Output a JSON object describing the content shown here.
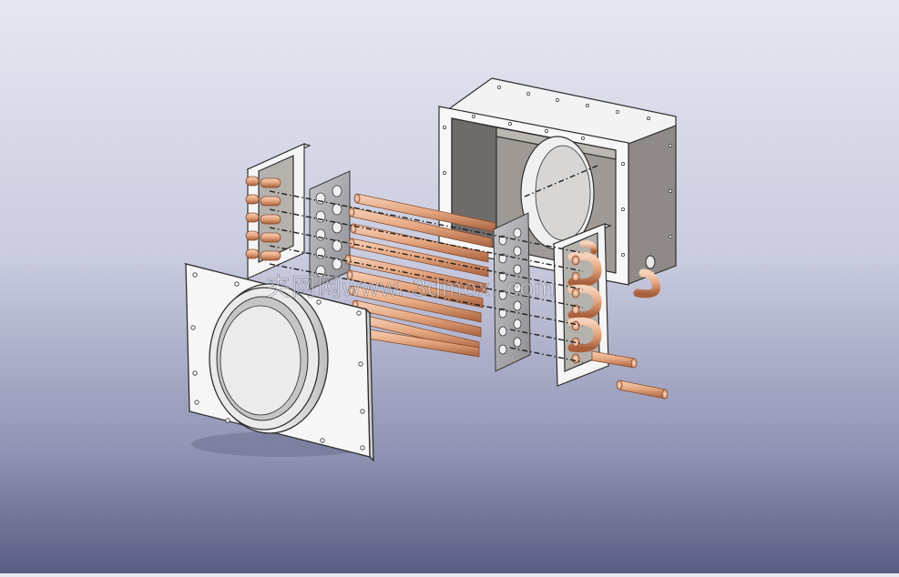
{
  "scene": {
    "description_type": "exploded-assembly-cad-render",
    "watermark_text": "夹网网www. 3dmox. com",
    "colors": {
      "background_top": "#e6e7f1",
      "background_bottom": "#585c81",
      "sheet_metal": "#f4f4f4",
      "sheet_metal_edge": "#3a3a3a",
      "housing_interior": "#9b9692",
      "tube_plate": "#a9a9ad",
      "copper": "#e6a882",
      "copper_shadow": "#b96f48",
      "centerline": "#202020"
    },
    "parts": [
      {
        "name": "rear-housing-box"
      },
      {
        "name": "inlet-flange-plate"
      },
      {
        "name": "left-end-cover"
      },
      {
        "name": "left-tube-sheet"
      },
      {
        "name": "copper-tube-bundle",
        "count": 11
      },
      {
        "name": "right-tube-sheet"
      },
      {
        "name": "right-end-cover"
      },
      {
        "name": "u-bend-returns",
        "count": 5
      },
      {
        "name": "straight-outlet-pipe"
      },
      {
        "name": "drain-elbow"
      }
    ]
  }
}
